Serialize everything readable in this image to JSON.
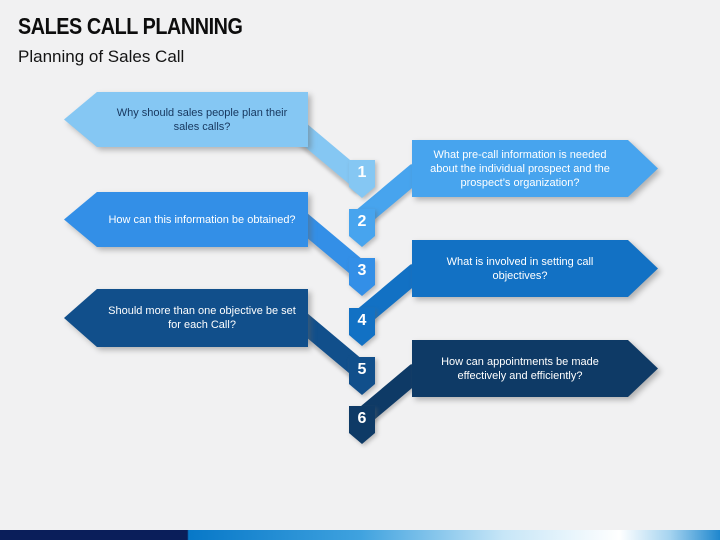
{
  "slide": {
    "title": "SALES CALL PLANNING",
    "subtitle": "Planning of Sales Call",
    "background": "#F1F1F2"
  },
  "steps": [
    {
      "num": "1",
      "side": "left",
      "question": "Why should sales people plan their sales calls?",
      "color": "#85C7F3",
      "text_color": "#17375E"
    },
    {
      "num": "2",
      "side": "right",
      "question": "What pre-call information is needed about the individual prospect and the prospect’s organization?",
      "color": "#47A4EE",
      "text_color": "#FFFFFF"
    },
    {
      "num": "3",
      "side": "left",
      "question": "How can this information be obtained?",
      "color": "#338FE7",
      "text_color": "#FFFFFF"
    },
    {
      "num": "4",
      "side": "right",
      "question": "What is involved in setting call objectives?",
      "color": "#1271C4",
      "text_color": "#FFFFFF"
    },
    {
      "num": "5",
      "side": "left",
      "question": "Should more than one objective be set for each Call?",
      "color": "#114F8B",
      "text_color": "#FFFFFF"
    },
    {
      "num": "6",
      "side": "right",
      "question": "How can appointments be made effectively and efficiently?",
      "color": "#0E3A66",
      "text_color": "#FFFFFF"
    }
  ],
  "bottom_bar": {
    "navy": "#0A1E5A",
    "bright_blue": "#0778C8",
    "mid_blue": "#3FA2DF",
    "pale_blue": "#C7E6F7",
    "white": "#FFFFFF",
    "light_blue": "#A6D4F0",
    "right_blue": "#1F87CE"
  }
}
